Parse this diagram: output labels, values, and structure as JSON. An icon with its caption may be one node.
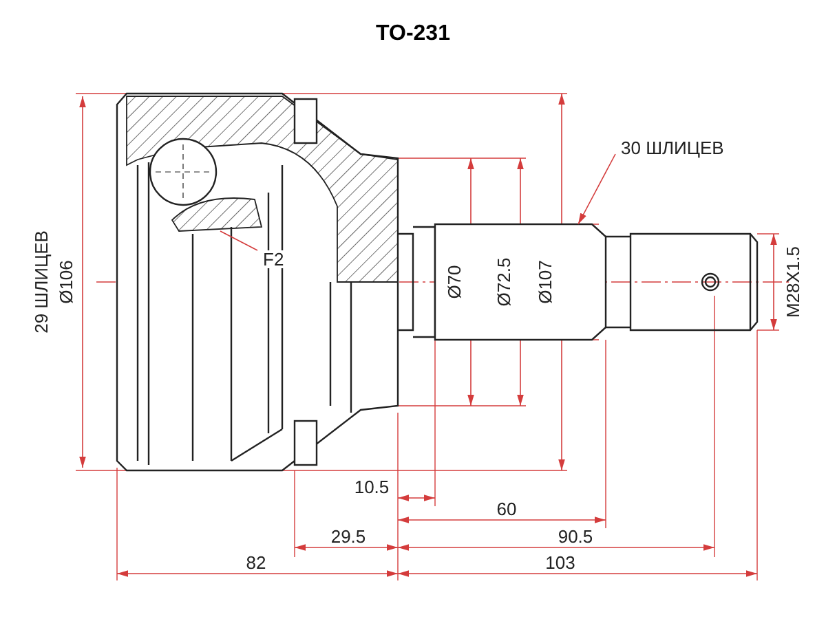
{
  "diagram": {
    "title": "TO-231",
    "nodes": [
      {
        "text": [
          "30 ШЛИЦЕВ"
        ]
      },
      {
        "text": [
          "F2"
        ]
      },
      {
        "text": [],
        "shape": "box"
      }
    ],
    "edges": [
      {
        "from": 0,
        "to": 2,
        "arrow": "to"
      },
      {
        "from": 1,
        "to": null,
        "arrow": "none"
      }
    ],
    "labels": [
      "29 ШЛИЦЕВ",
      "Ø106",
      "Ø70",
      "Ø72.5",
      "Ø107",
      "M28X1.5",
      "10.5",
      "60",
      "29.5",
      "90.5",
      "82",
      "103"
    ]
  }
}
